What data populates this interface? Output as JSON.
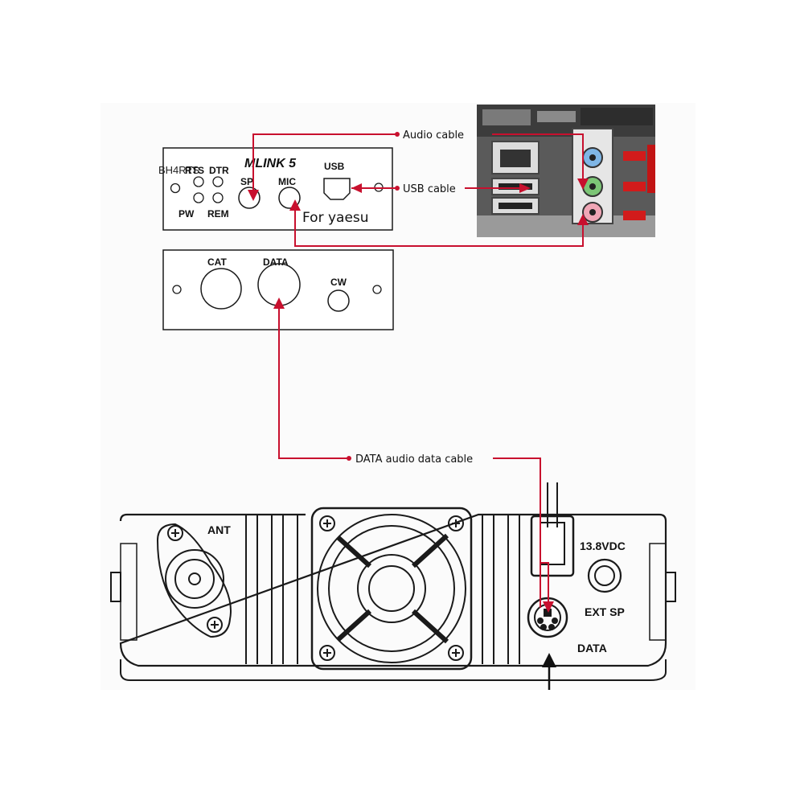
{
  "mlink_panel": {
    "title": "MLINK 5",
    "subtitle": "For yaesu",
    "callsign": "BH4RTS",
    "labels": {
      "rts": "RTS",
      "dtr": "DTR",
      "pw": "PW",
      "rem": "REM",
      "sp": "SP",
      "mic": "MIC",
      "usb": "USB"
    }
  },
  "mlink_rear_panel": {
    "labels": {
      "cat": "CAT",
      "data": "DATA",
      "cw": "CW"
    }
  },
  "cables": {
    "audio": "Audio cable",
    "usb": "USB cable",
    "data": "DATA audio data cable"
  },
  "radio": {
    "labels": {
      "ant": "ANT",
      "power": "13.8VDC",
      "ext_sp": "EXT SP",
      "data": "DATA"
    }
  },
  "colors": {
    "cable": "#c8102e",
    "outline": "#1a1a1a"
  }
}
